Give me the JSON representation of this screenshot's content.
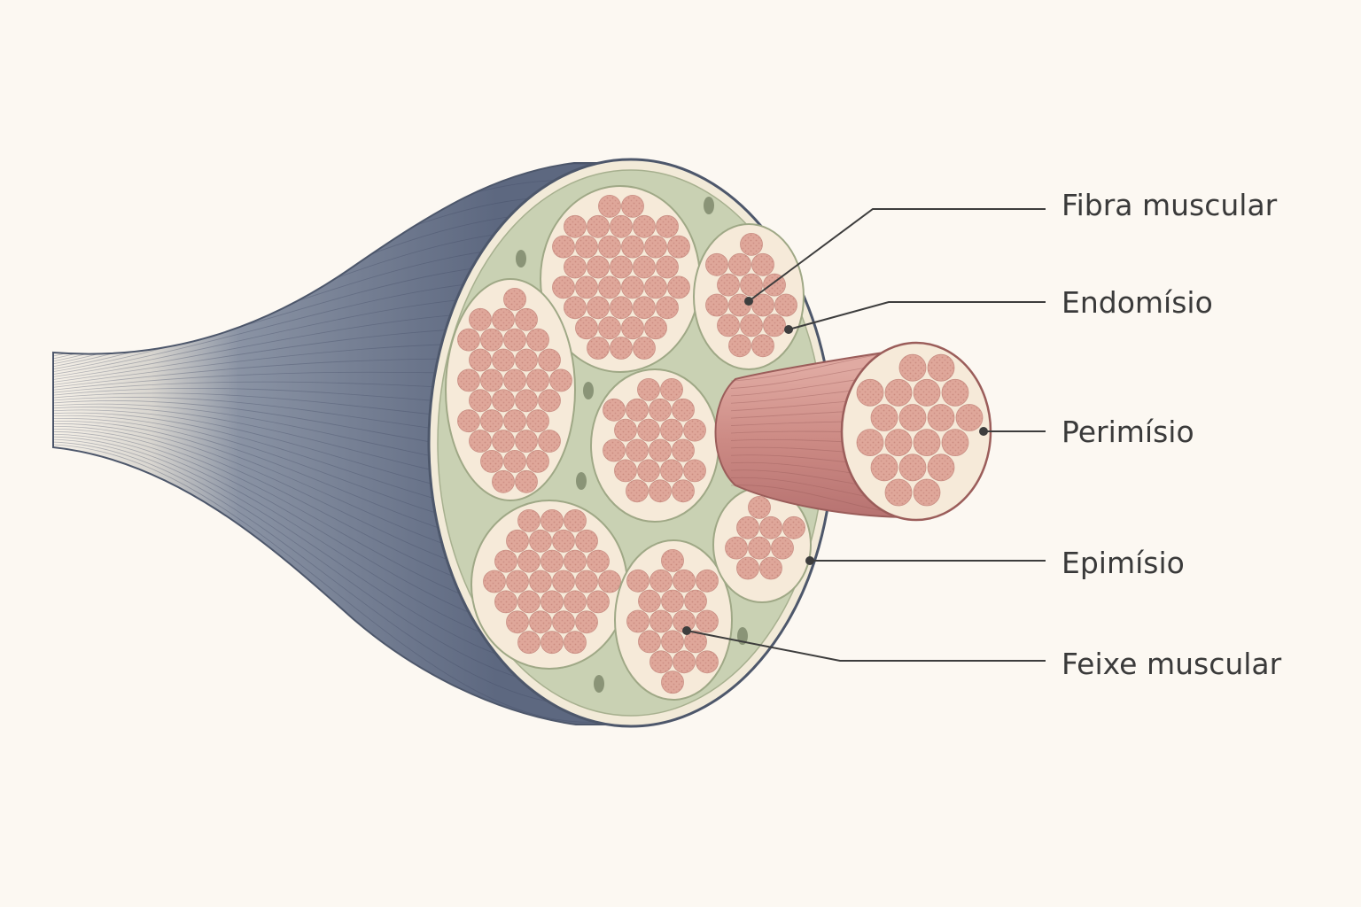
{
  "labels": {
    "fibra_muscular": "Fibra muscular",
    "endomisio": "Endomísio",
    "perimisio": "Perimísio",
    "epimisio": "Epimísio",
    "feixe_muscular": "Feixe muscular"
  },
  "colors": {
    "background": "#fcf8f2",
    "epimysium_outer": "#5f6b82",
    "perimysium": "#c9d1b3",
    "fiber": "#dfa79a",
    "fiber_dots": "#b9746a",
    "endomysium": "#f6ead9",
    "leader_line": "#3d3d3d"
  }
}
